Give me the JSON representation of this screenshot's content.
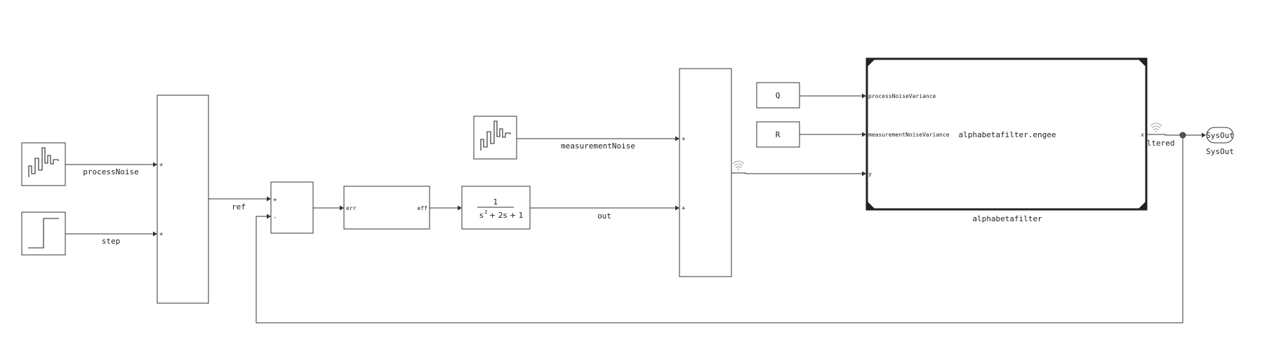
{
  "signals": {
    "process_noise": "processNoise",
    "step": "step",
    "ref": "ref",
    "measurement_noise": "measurementNoise",
    "out": "out",
    "filtered": "filtered"
  },
  "ports": {
    "plus": "+",
    "minus": "-",
    "err": "err",
    "eff": "eff",
    "process_noise_variance": "processNoiseVariance",
    "measurement_noise_variance": "measurementNoiseVariance",
    "y": "y",
    "x": "x"
  },
  "blocks": {
    "transfer_fn": {
      "numerator": "1",
      "den_s": "s",
      "den_exp": "2",
      "den_rest": "+ 2s + 1"
    },
    "const_q": "Q",
    "const_r": "R",
    "filter_text": "alphabetafilter.engee",
    "filter_name": "alphabetafilter",
    "sysout_text": "SysOut",
    "sysout_name": "SysOut"
  },
  "icons": [
    "random-signal-icon",
    "step-signal-icon",
    "signal-wifi-icon"
  ],
  "colors": {
    "line": "#333333",
    "background": "#ffffff"
  }
}
